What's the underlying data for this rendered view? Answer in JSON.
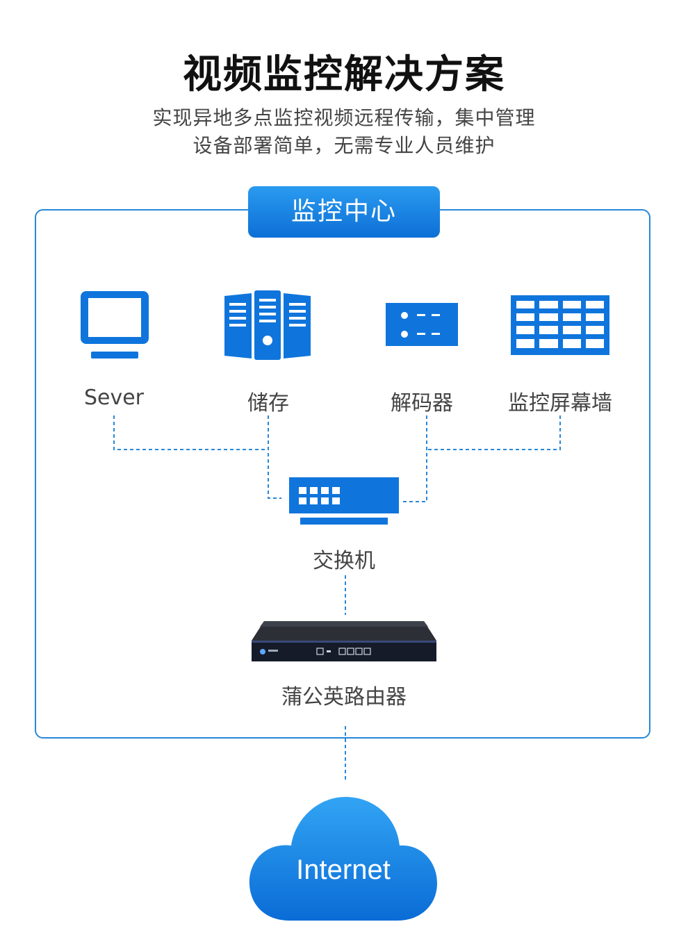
{
  "title": "视频监控解决方案",
  "subtitle_lines": [
    "实现异地多点监控视频远程传输，集中管理",
    "设备部署简单，无需专业人员维护"
  ],
  "center_label": "监控中心",
  "devices": [
    {
      "label": "Sever",
      "icon": "monitor-icon"
    },
    {
      "label": "储存",
      "icon": "storage-server-icon"
    },
    {
      "label": "解码器",
      "icon": "decoder-icon"
    },
    {
      "label": "监控屏幕墙",
      "icon": "video-wall-icon"
    }
  ],
  "switch": {
    "label": "交换机",
    "icon": "switch-icon"
  },
  "router": {
    "label": "蒲公英路由器",
    "icon": "router-device-icon"
  },
  "cloud": {
    "label": "Internet",
    "icon": "cloud-icon"
  },
  "colors": {
    "primary": "#0f75dc",
    "primary_light": "#2a9bf0",
    "line": "#2787d8"
  }
}
